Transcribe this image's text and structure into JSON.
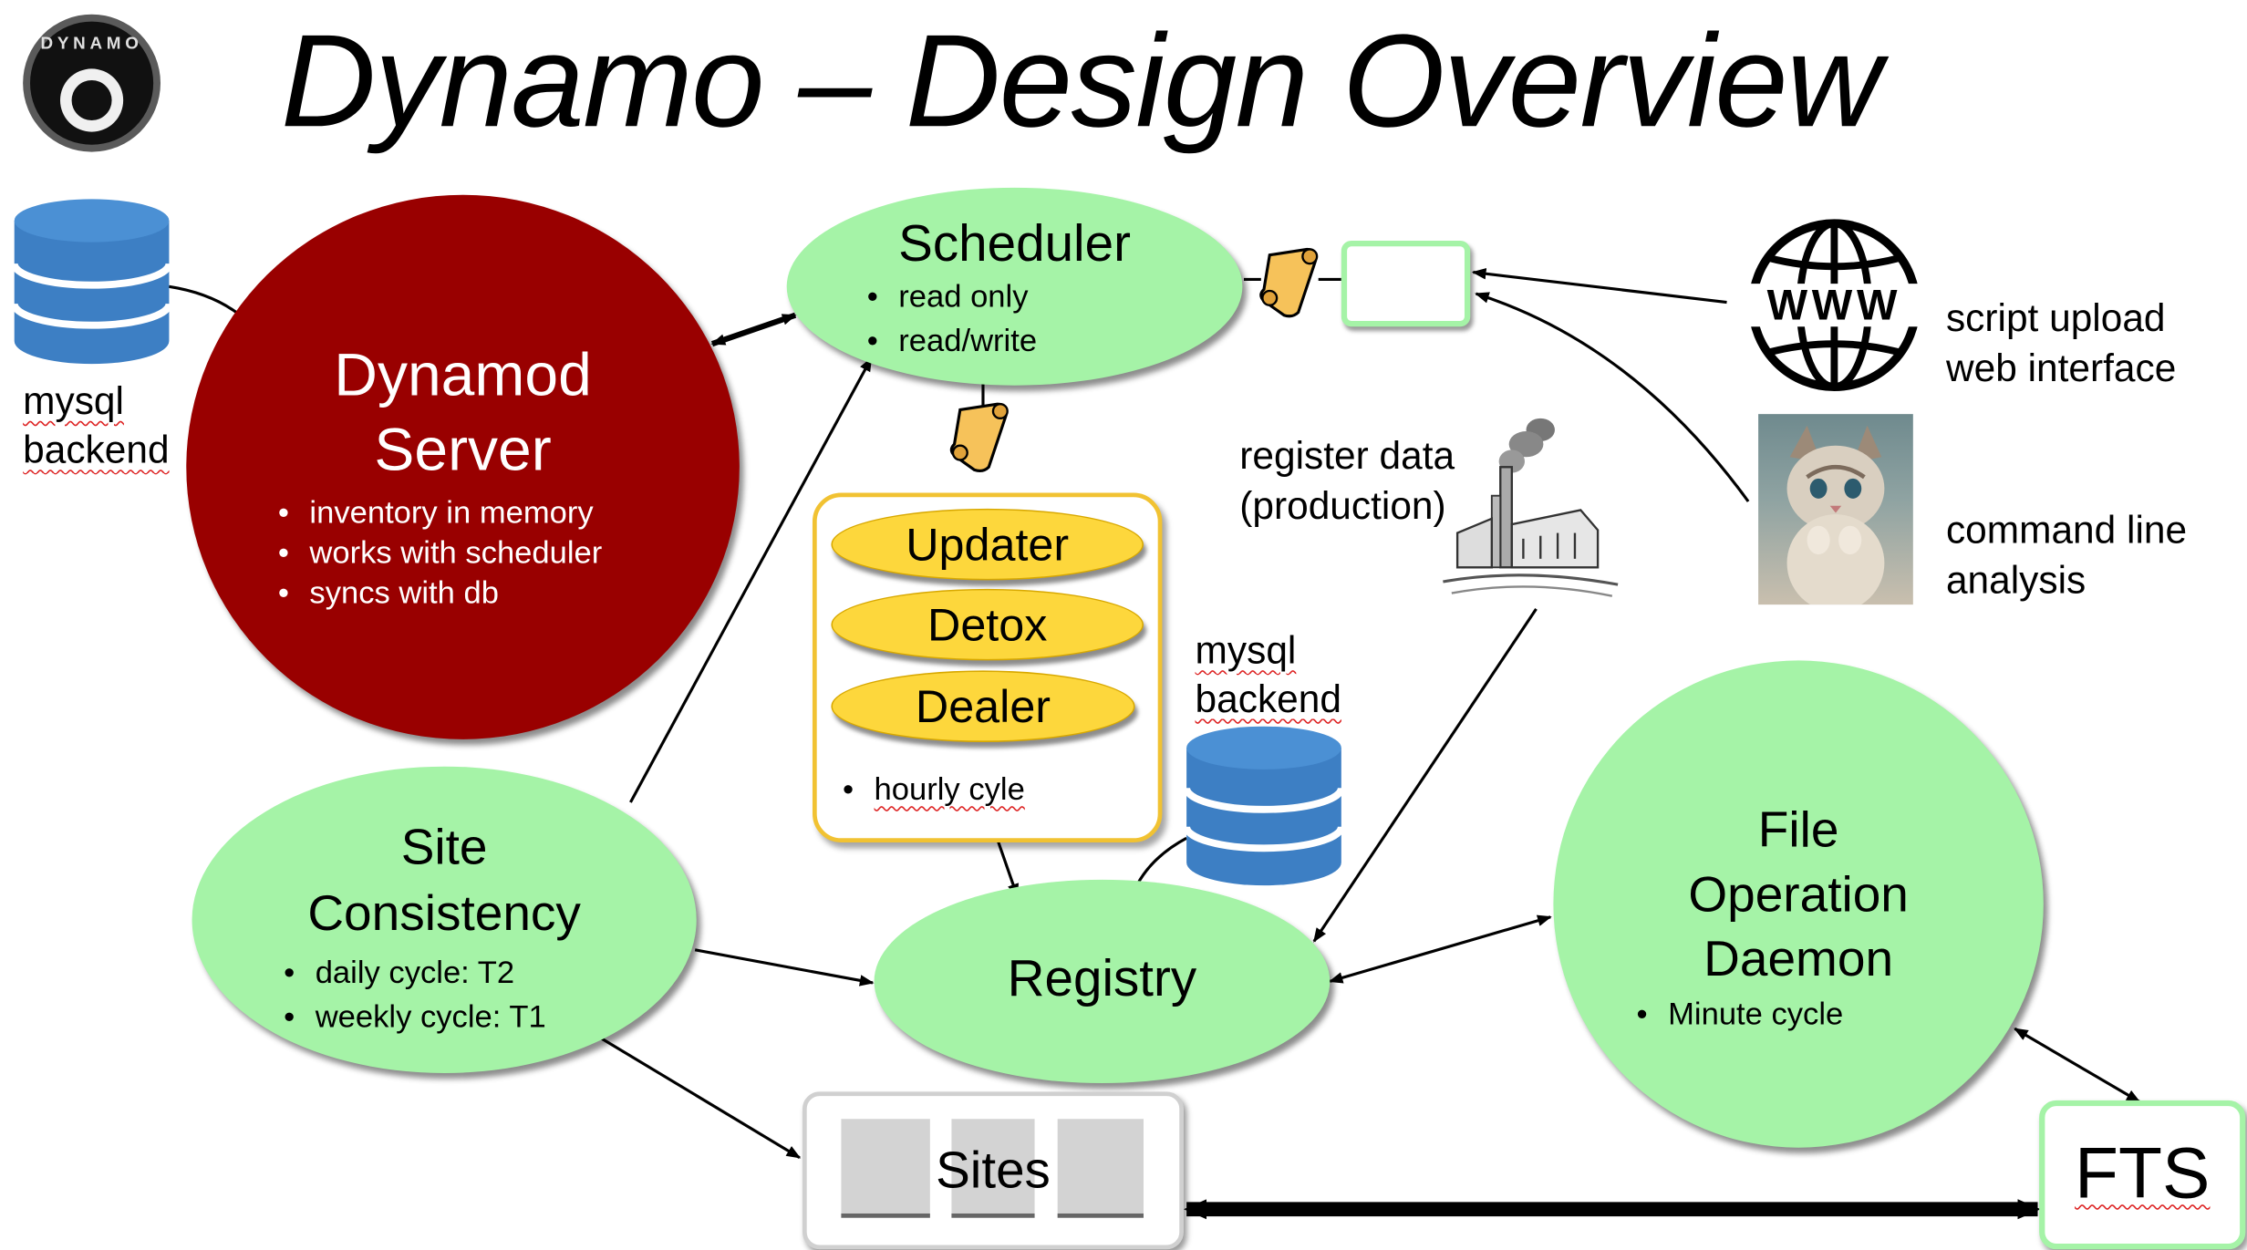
{
  "title": "Dynamo – Design Overview",
  "logo": {
    "icon": "dynamo-logo-icon",
    "text": "DYNAMO"
  },
  "dynamod_server": {
    "title_line1": "Dynamod",
    "title_line2": "Server",
    "bullets": [
      "inventory in memory",
      "works with scheduler",
      "syncs with db"
    ],
    "color": "#990000"
  },
  "mysql_backend_left": {
    "line1": "mysql",
    "line2": "backend",
    "icon": "database-icon"
  },
  "scheduler": {
    "title": "Scheduler",
    "bullets": [
      "read only",
      "read/write"
    ]
  },
  "agents": {
    "items": [
      "Updater",
      "Detox",
      "Dealer"
    ],
    "bullet": "hourly cyle",
    "pill_color": "#fdd73c",
    "border_color": "#f1c232"
  },
  "mysql_backend_right": {
    "line1": "mysql",
    "line2": "backend",
    "icon": "database-icon"
  },
  "register_data": {
    "line1": "register data",
    "line2": "(production)",
    "icon": "factory-icon"
  },
  "site_consistency": {
    "title_line1": "Site",
    "title_line2": "Consistency",
    "bullets": [
      "daily cycle: T2",
      "weekly cycle: T1"
    ]
  },
  "registry": {
    "title": "Registry"
  },
  "file_operation_daemon": {
    "title_line1": "File",
    "title_line2": "Operation",
    "title_line3": "Daemon",
    "bullets": [
      "Minute cycle"
    ]
  },
  "sites": {
    "label": "Sites"
  },
  "fts": {
    "label": "FTS"
  },
  "web_interface": {
    "line1": "script upload",
    "line2": "web interface",
    "icon": "www-globe-icon",
    "globe_text": "WWW"
  },
  "command_line": {
    "line1": "command line",
    "line2": "analysis",
    "icon": "kitten-photo"
  },
  "colors": {
    "node_green": "#a5f3a7",
    "database_blue": "#3d7fc4",
    "server_red": "#990000"
  }
}
